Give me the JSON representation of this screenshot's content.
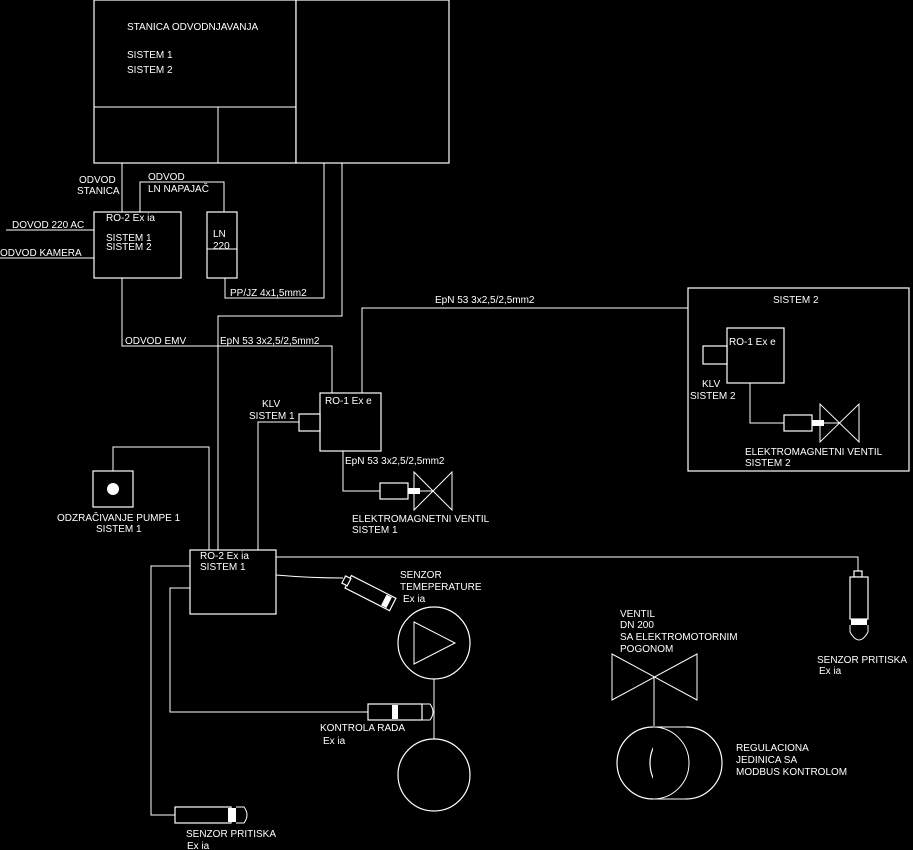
{
  "station": {
    "title": "STANICA ODVODNJAVANJA",
    "sys1": "SISTEM 1",
    "sys2": "SISTEM 2"
  },
  "labels": {
    "odvod_stanica_1": "ODVOD",
    "odvod_stanica_2": "STANICA",
    "odvod_ln_1": "ODVOD",
    "odvod_ln_2": "LN NAPAJAČ",
    "dovod_220": "DOVOD 220 AC",
    "dovod_kamera": "ODVOD KAMERA",
    "ro2_top_title": "RO-2 Ex ia",
    "ro2_top_s1": "SISTEM 1",
    "ro2_top_s2": "SISTEM 2",
    "ln_1": "LN",
    "ln_2": "220",
    "ppjz": "PP/JZ 4x1,5mm2",
    "odvod_emv": "ODVOD EMV",
    "epn_mid": "EpN 53 3x2,5/2,5mm2",
    "epn_top": "EpN 53 3x2,5/2,5mm2",
    "epn_low": "EpN 53 3x2,5/2,5mm2",
    "klv1_1": "KLV",
    "klv1_2": "SISTEM 1",
    "ro1_s1": "RO-1 Ex e",
    "emv1_1": "ELEKTROMAGNETNI VENTIL",
    "emv1_2": "SISTEM 1",
    "sys2_title": "SISTEM 2",
    "ro1_s2": "RO-1 Ex e",
    "klv2_1": "KLV",
    "klv2_2": "SISTEM 2",
    "emv2_1": "ELEKTROMAGNETNI VENTIL",
    "emv2_2": "SISTEM 2",
    "odz_1": "ODZRAČIVANJE PUMPE 1",
    "odz_2": "SISTEM 1",
    "ro2_bot_title": "RO-2 Ex ia",
    "ro2_bot_s1": "SISTEM 1",
    "senz_temp_1": "SENZOR",
    "senz_temp_2": "TEMEPERATURE",
    "senz_temp_3": "Ex ia",
    "kontrola_1": "KONTROLA RADA",
    "kontrola_2": "Ex ia",
    "senz_pr_bot_1": "SENZOR PRITISKA",
    "senz_pr_bot_2": "Ex ia",
    "senz_pr_right_1": "SENZOR PRITISKA",
    "senz_pr_right_2": "Ex ia",
    "ventil_1": "VENTIL",
    "ventil_2": "DN 200",
    "ventil_3": "SA ELEKTROMOTORNIM",
    "ventil_4": "POGONOM",
    "reg_1": "REGULACIONA",
    "reg_2": "JEDINICA SA",
    "reg_3": "MODBUS KONTROLOM"
  }
}
